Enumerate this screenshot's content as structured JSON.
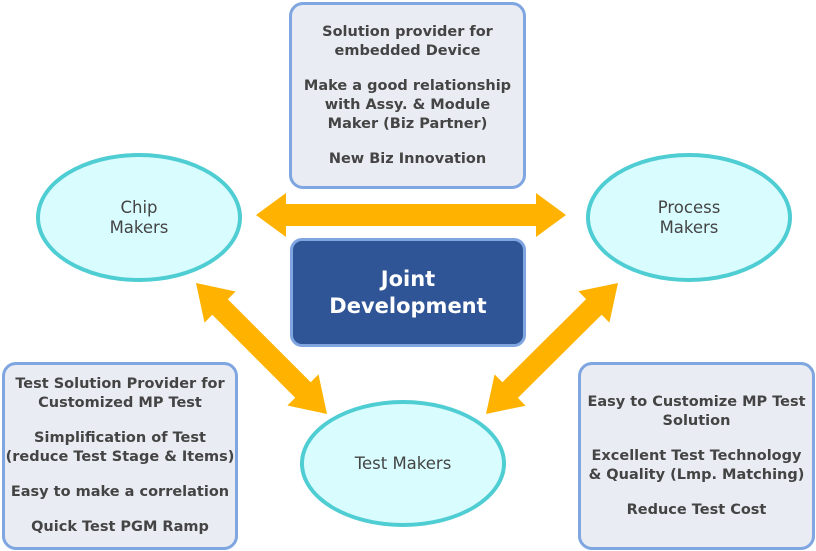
{
  "colors": {
    "arrow": "#FFB300",
    "ellipse_fill": "#D9FCFE",
    "ellipse_border": "#4ECDD3",
    "box_fill": "#E9ECF2",
    "box_border": "#7FA6E1",
    "center_fill": "#2F5597",
    "text": "#444444"
  },
  "center": {
    "label": "Joint\nDevelopment"
  },
  "nodes": {
    "chip": {
      "label": "Chip\nMakers"
    },
    "process": {
      "label": "Process\nMakers"
    },
    "test": {
      "label": "Test Makers"
    }
  },
  "boxes": {
    "top": {
      "items": [
        "Solution provider for\nembedded Device",
        "Make a good relationship\nwith Assy. & Module\nMaker (Biz Partner)",
        "New Biz Innovation"
      ]
    },
    "left": {
      "items": [
        "Test Solution Provider for\nCustomized MP Test",
        "Simplification of Test\n(reduce Test Stage & Items)",
        "Easy to make a correlation",
        "Quick Test PGM Ramp"
      ]
    },
    "right": {
      "items": [
        "Easy to Customize MP Test\nSolution",
        "Excellent Test Technology\n& Quality (Lmp. Matching)",
        "Reduce Test Cost"
      ]
    }
  },
  "connections": [
    {
      "from": "chip",
      "to": "process",
      "type": "double-arrow"
    },
    {
      "from": "chip",
      "to": "test",
      "type": "double-arrow"
    },
    {
      "from": "process",
      "to": "test",
      "type": "double-arrow"
    }
  ]
}
